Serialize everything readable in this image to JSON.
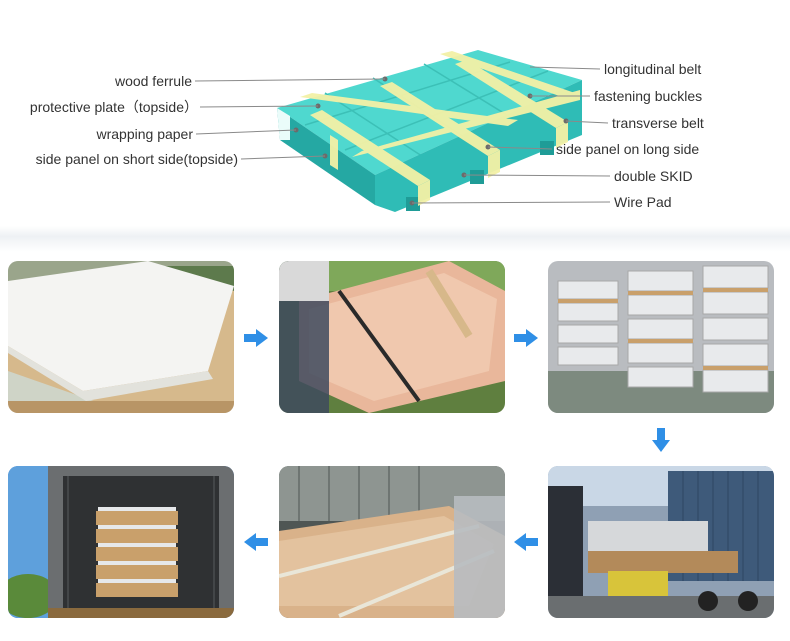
{
  "diagram": {
    "labels_left": [
      "wood ferrule",
      "protective plate（topside）",
      "wrapping paper",
      "side panel on short side(topside)"
    ],
    "labels_right": [
      "longitudinal belt",
      "fastening buckles",
      "transverse belt",
      "side panel on long side",
      "double SKID",
      "Wire Pad"
    ],
    "colors": {
      "box_top": "#4fd8cf",
      "box_front": "#2fbcb6",
      "box_side": "#25a8a3",
      "belt": "#f3f1a6",
      "leader": "#8a8a8a",
      "arrow": "#2f8fe6"
    }
  },
  "flow": {
    "arrow_icon": "blue-arrow-icon",
    "steps": [
      "photo-aluminum-sheet-on-pallet",
      "photo-wrapping-and-strapping",
      "photo-warehouse-stacks",
      "photo-forklift-loading-truck",
      "photo-sheets-in-container",
      "photo-container-loaded"
    ]
  }
}
